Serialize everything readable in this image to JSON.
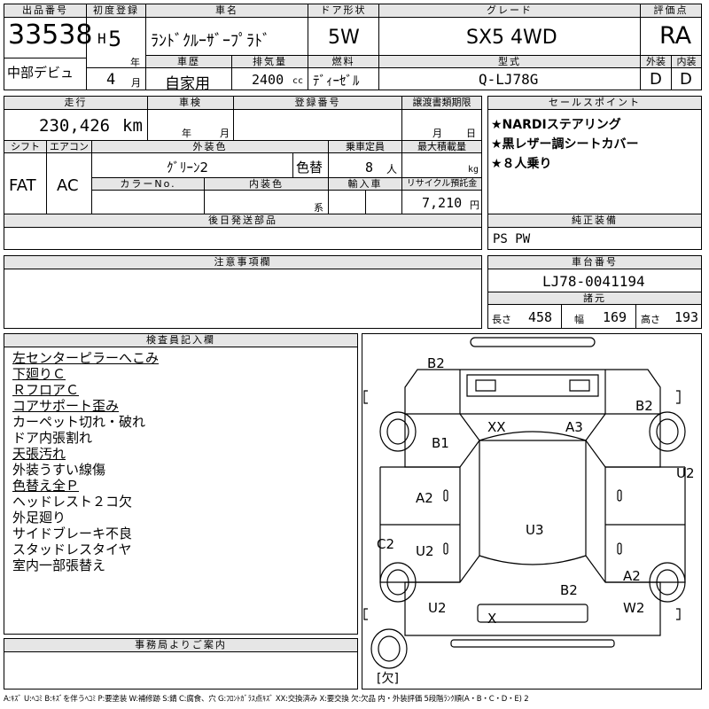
{
  "header": {
    "lot_label": "出品番号",
    "lot_number": "33538",
    "venue": "中部デビュ",
    "reg_label": "初度登録",
    "era": "H",
    "year": "5",
    "year_unit": "年",
    "month": "4",
    "month_unit": "月",
    "name_label": "車名",
    "name": "ﾗﾝﾄﾞｸﾙｰｻﾞｰﾌﾟﾗﾄﾞ",
    "door_label": "ドア形状",
    "door": "5W",
    "grade_label": "グレード",
    "grade": "SX5 4WD",
    "score_label": "評価点",
    "score": "RA",
    "history_label": "車歴",
    "history": "自家用",
    "disp_label": "排気量",
    "disp": "2400",
    "disp_unit": "cc",
    "fuel_label": "燃料",
    "fuel": "ﾃﾞｨｰｾﾞﾙ",
    "model_label": "型式",
    "model": "Q-LJ78G",
    "ext_label": "外装",
    "ext": "D",
    "int_label": "内装",
    "int": "D"
  },
  "row2": {
    "mileage_label": "走行",
    "mileage": "230,426",
    "mileage_unit": "km",
    "inspection_label": "車検",
    "inspection_y": "年",
    "inspection_m": "月",
    "plate_label": "登録番号",
    "transfer_label": "譲渡書類期限",
    "transfer_m": "月",
    "transfer_d": "日",
    "shift_label": "シフト",
    "shift": "FAT",
    "ac_label": "エアコン",
    "ac": "AC",
    "color_label": "外装色",
    "color": "ｸﾞﾘｰﾝ2",
    "color_change": "色替",
    "seats_label": "乗車定員",
    "seats": "8",
    "seats_unit": "人",
    "load_label": "最大積載量",
    "load_unit": "kg",
    "colorno_label": "カラーNo.",
    "intcolor_label": "内装色",
    "intcolor_unit": "系",
    "import_label": "輸入車",
    "recycle_label": "リサイクル預託金",
    "recycle": "7,210",
    "recycle_unit": "円",
    "later_label": "後日発送部品"
  },
  "sales": {
    "label": "セールスポイント",
    "points": [
      "★NARDIステアリング",
      "★黒レザー調シートカバー",
      "★８人乗り"
    ]
  },
  "equip": {
    "label": "純正装備",
    "value": "PS PW"
  },
  "notes": {
    "label": "注意事項欄"
  },
  "chassis": {
    "label": "車台番号",
    "value": "LJ78-0041194",
    "spec_label": "諸元",
    "len_label": "長さ",
    "len": "458",
    "wid_label": "幅",
    "wid": "169",
    "hgt_label": "高さ",
    "hgt": "193"
  },
  "inspector": {
    "label": "検査員記入欄",
    "lines": [
      {
        "t": "左センターピラーへこみ",
        "u": true
      },
      {
        "t": "下廻りＣ",
        "u": true
      },
      {
        "t": "ＲフロアＣ",
        "u": true
      },
      {
        "t": "コアサポート歪み",
        "u": true
      },
      {
        "t": "カーペット切れ・破れ",
        "u": false
      },
      {
        "t": "ドア内張割れ",
        "u": false
      },
      {
        "t": "天張汚れ",
        "u": true
      },
      {
        "t": "外装うすい線傷",
        "u": false
      },
      {
        "t": "色替え全Ｐ",
        "u": true
      },
      {
        "t": "ヘッドレスト２コ欠",
        "u": false
      },
      {
        "t": "外足廻り",
        "u": false
      },
      {
        "t": "サイドブレーキ不良",
        "u": false
      },
      {
        "t": "スタッドレスタイヤ",
        "u": false
      },
      {
        "t": "室内一部張替え",
        "u": false
      }
    ]
  },
  "office": {
    "label": "事務局よりご案内"
  },
  "diagram": {
    "marks": {
      "b2_front": "B2",
      "b2_right": "B2",
      "b1": "B1",
      "xx": "XX",
      "a3": "A3",
      "u2_right": "U2",
      "a2_left": "A2",
      "u3": "U3",
      "c2": "C2",
      "u2_mid": "U2",
      "b2_rear": "B2",
      "a2_right": "A2",
      "u2_lower": "U2",
      "w2": "W2",
      "x": "X"
    },
    "missing": "欠"
  },
  "legend": "A:ｷｽﾞ U:ﾍｺﾐ B:ｷｽﾞを伴うﾍｺﾐ P:要塗装 W:補修跡 S:錆 C:腐食、穴 G:ﾌﾛﾝﾄｶﾞﾗｽ点ｷｽﾞ XX:交換済み X:要交換 欠:欠品 内・外装評価 5段階ﾗﾝｸ順(A・B・C・D・E) 2"
}
